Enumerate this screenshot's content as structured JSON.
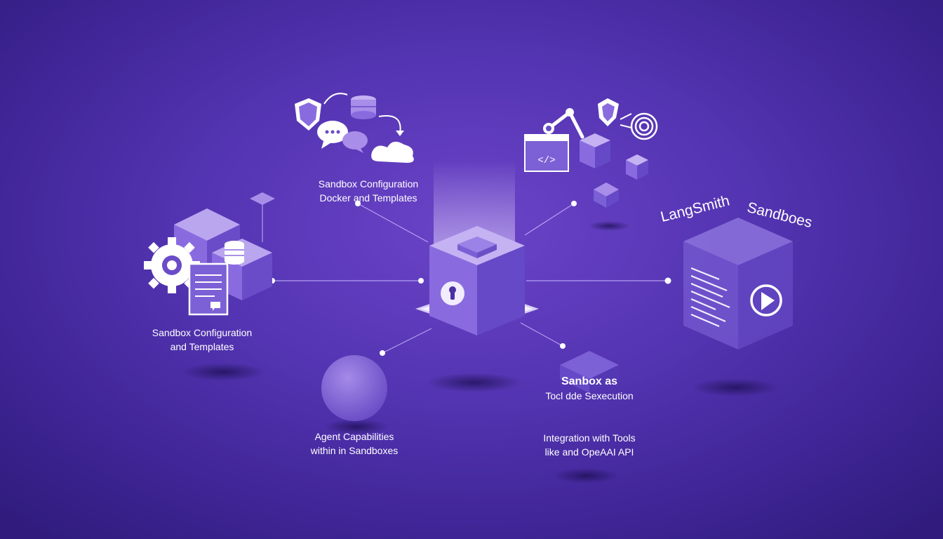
{
  "colors": {
    "background": "#5233b0",
    "cube_top": "#b9a6ef",
    "cube_left": "#8b6ee0",
    "cube_right": "#6a4cc8",
    "line": "#c9b8ff",
    "node": "#ffffff",
    "text": "#ffffff"
  },
  "labels": {
    "top": {
      "line1": "Sandbox Configuration",
      "line2": "Docker and Templates"
    },
    "left": {
      "line1": "Sandbox Configuration",
      "line2": "and Templates"
    },
    "bottom_left": {
      "line1": "Agent Capabilities",
      "line2": "within in Sandboxes"
    },
    "bottom_mid": {
      "line1": "Sanbox as",
      "line2": "Tocl dde Sexecution"
    },
    "bottom_right": {
      "line1": "Integration with Tools",
      "line2": "like and OpeAAI API"
    },
    "right_title_1": "LangSmith",
    "right_title_2": "Sandboes"
  },
  "icons": [
    "shield-icon",
    "database-icon",
    "chat-bubble-icon",
    "cloud-icon",
    "arrow-icon",
    "robot-arm-icon",
    "code-window-icon",
    "fingerprint-icon",
    "gear-icon",
    "document-icon",
    "keyhole-icon",
    "play-icon"
  ]
}
